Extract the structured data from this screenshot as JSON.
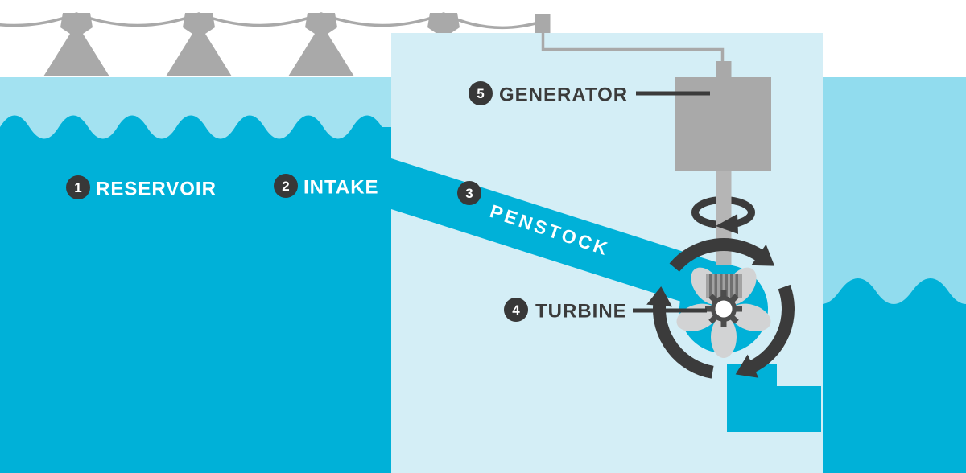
{
  "legend": {
    "reservoir": {
      "number": "1",
      "label": "RESERVOIR"
    },
    "intake": {
      "number": "2",
      "label": "INTAKE"
    },
    "penstock": {
      "number": "3",
      "label": "PENSTOCK"
    },
    "turbine": {
      "number": "4",
      "label": "TURBINE"
    },
    "generator": {
      "number": "5",
      "label": "GENERATOR"
    }
  },
  "palette": {
    "sky": "#ffffff",
    "reservoir_surface_light": "#a3e2f1",
    "tailrace_surface_light": "#91dcee",
    "water_dark": "#00b1d8",
    "powerhouse": "#d4eef6",
    "structure_gray": "#a9a9a9",
    "shaft_gray": "#b5b5b5",
    "coupling_gray": "#a2a2a2",
    "coupling_rib_gray": "#6f6f6f",
    "blade_gray": "#d2d3d4",
    "gear_dark": "#4d4d4d",
    "ink_dark": "#3b3b3b",
    "badge_fill": "#383838",
    "label_on_water": "#ffffff"
  },
  "icons": {
    "pylon": "transmission-tower",
    "wire": "catenary-power-line",
    "transformer": "pole-top-box",
    "rotation_ring": "clockwise-arc-arrows",
    "shaft_spin": "ellipse-rotation-arrow",
    "runner": "fan-blades-with-gear-hub"
  }
}
